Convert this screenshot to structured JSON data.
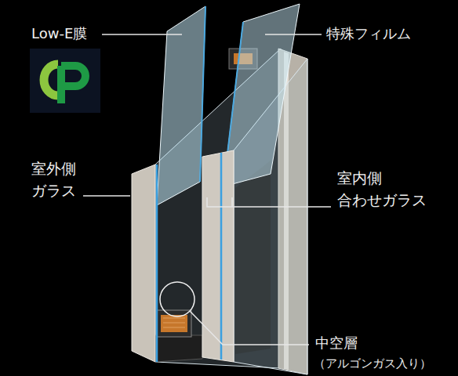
{
  "diagram": {
    "labels": [
      "Low-E膜",
      "特殊フィルム",
      "室外側 ガラス",
      "室内側 合わせガラス",
      "中空層",
      "（アルゴンガス入り）"
    ]
  }
}
